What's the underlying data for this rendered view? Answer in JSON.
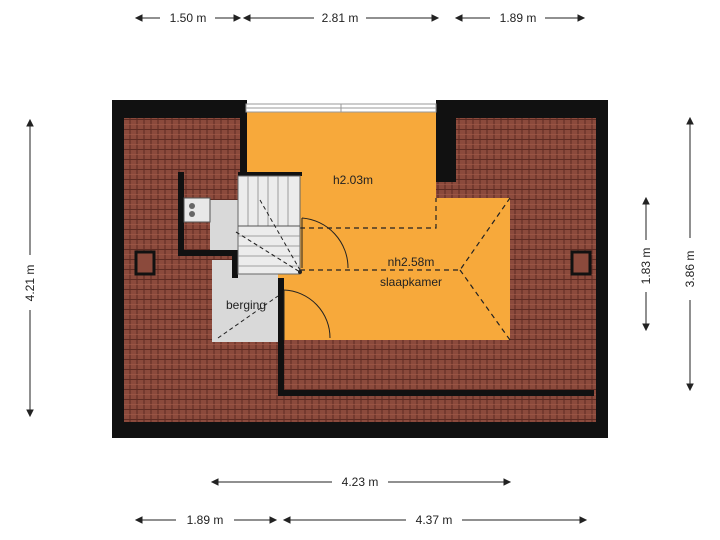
{
  "floorplan": {
    "rooms": {
      "bedroom": {
        "height_label": "h2.03m",
        "ceiling_label": "nh2.58m",
        "name": "slaapkamer"
      },
      "storage": {
        "name": "berging"
      }
    },
    "dimensions": {
      "top": [
        "1.50 m",
        "2.81 m",
        "1.89 m"
      ],
      "bottom_inner": "4.23 m",
      "bottom_outer": [
        "1.89 m",
        "4.37 m"
      ],
      "left": "4.21 m",
      "right_inner": "1.83 m",
      "right_outer": "3.86 m"
    },
    "colors": {
      "roof": "#8b4a3c",
      "roof_line": "#5a2a22",
      "wall": "#111111",
      "room_fill": "#f7a93b",
      "storage_fill": "#d9d9d9"
    },
    "icons": [
      "stair-icon",
      "door-swing-icon",
      "window-icon",
      "chimney-icon"
    ]
  }
}
